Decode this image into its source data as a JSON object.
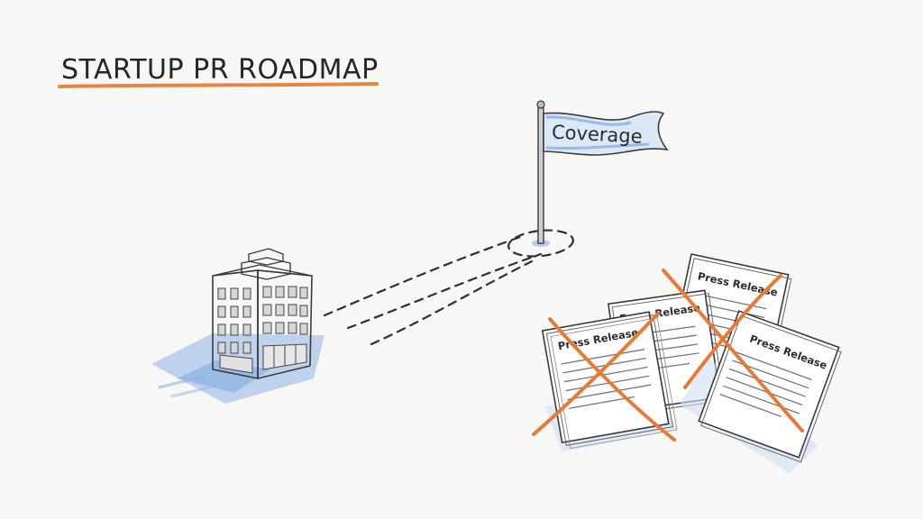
{
  "title": "STARTUP PR ROADMAP",
  "flag": {
    "label": "Coverage"
  },
  "documents": [
    {
      "label": "Press Release"
    },
    {
      "label": "Press Release"
    },
    {
      "label": "Press Release"
    },
    {
      "label": "Press Release"
    }
  ],
  "colors": {
    "accent_underline": "#e8843f",
    "cross_out": "#e57b3a",
    "shadow_blue": "#6f9fdc",
    "ink": "#333333"
  },
  "icons": [
    "office-building-icon",
    "flag-icon",
    "document-icon"
  ]
}
